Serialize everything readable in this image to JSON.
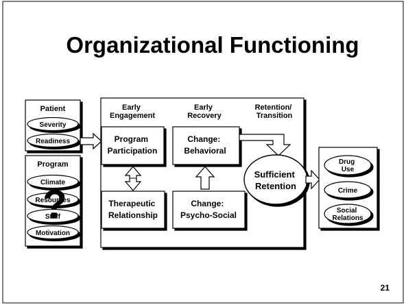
{
  "slide": {
    "title": "Organizational Functioning",
    "page_number": "21"
  },
  "patient": {
    "heading": "Patient",
    "items": [
      "Severity",
      "Readiness"
    ]
  },
  "program": {
    "heading": "Program",
    "items": [
      "Climate",
      "Resources",
      "Staff",
      "Motivation"
    ],
    "overlay_glyph": "?"
  },
  "columns": {
    "early_engagement": [
      "Early",
      "Engagement"
    ],
    "early_recovery": [
      "Early",
      "Recovery"
    ],
    "retention_transition": [
      "Retention/",
      "Transition"
    ]
  },
  "boxes": {
    "program_participation": [
      "Program",
      "Participation"
    ],
    "change_behavioral": [
      "Change:",
      "Behavioral"
    ],
    "therapeutic_relationship": [
      "Therapeutic",
      "Relationship"
    ],
    "change_psychosocial": [
      "Change:",
      "Psycho-Social"
    ],
    "sufficient_retention": [
      "Sufficient",
      "Retention"
    ]
  },
  "outcomes": {
    "drug_use": [
      "Drug",
      "Use"
    ],
    "crime": [
      "Crime"
    ],
    "social_relations": [
      "Social",
      "Relations"
    ]
  }
}
